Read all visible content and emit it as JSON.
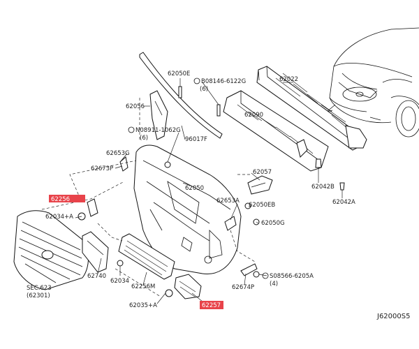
{
  "diagram_code": "J62000S5",
  "colors": {
    "line": "#111111",
    "highlight": "#e8434a",
    "background": "#ffffff"
  },
  "labels": {
    "p62050E": "62050E",
    "p08146": "B08146-6122G",
    "p08146_qty": "(6)",
    "p62022": "62022",
    "p62056": "62056",
    "p62090": "62090",
    "p08911": "N08911-1062G",
    "p08911_qty": "(6)",
    "p96017F": "96017F",
    "p62653G": "62653G",
    "p62673P": "62673P",
    "p62050": "62050",
    "p62057": "62057",
    "p62042B": "62042B",
    "p62042A": "62042A",
    "p62653A": "62653A",
    "p62050EB": "62050EB",
    "p62034A": "62034+A",
    "p62050G": "62050G",
    "p62740": "62740",
    "p62034": "62034",
    "p62256M": "62256M",
    "p62674P": "62674P",
    "p08566": "S08566-6205A",
    "p08566_qty": "(4)",
    "sec623": "SEC.623",
    "sec623_sub": "(62301)",
    "p62035A": "62035+A",
    "p62257": "62257",
    "p62256": "62256"
  }
}
